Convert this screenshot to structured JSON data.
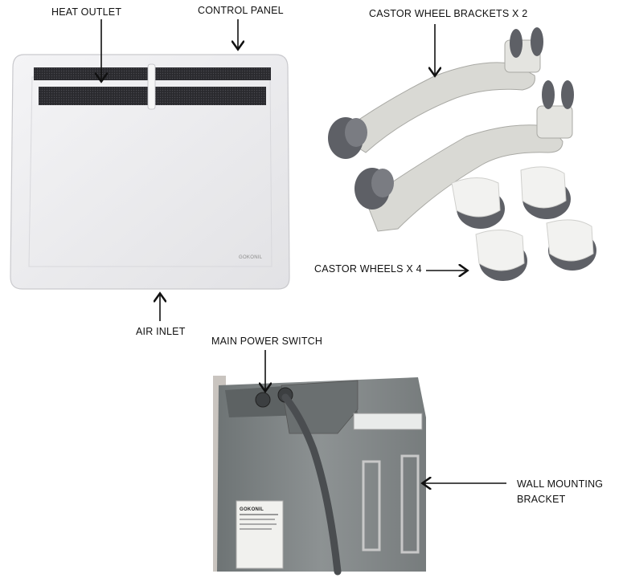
{
  "labels": {
    "heat_outlet": "HEAT OUTLET",
    "control_panel": "CONTROL PANEL",
    "castor_wheel_brackets": "CASTOR WHEEL BRACKETS X 2",
    "castor_wheels": "CASTOR WHEELS X 4",
    "air_inlet": "AIR INLET",
    "main_power_switch": "MAIN POWER SWITCH",
    "wall_mounting_bracket": "WALL MOUNTING BRACKET"
  },
  "brand": "GOKONIL",
  "colors": {
    "heater_body": "#ececee",
    "grille": "#2f2f33",
    "bracket": "#d9d9d4",
    "wheel": "#5e6066",
    "wheel_cover": "#f2f2f0",
    "rear_panel": "#7d8283",
    "cable": "#4a4d50",
    "arrow": "#111111"
  },
  "icons": [
    "arrow-down-icon",
    "arrow-up-icon",
    "arrow-right-icon",
    "arrow-left-icon"
  ]
}
